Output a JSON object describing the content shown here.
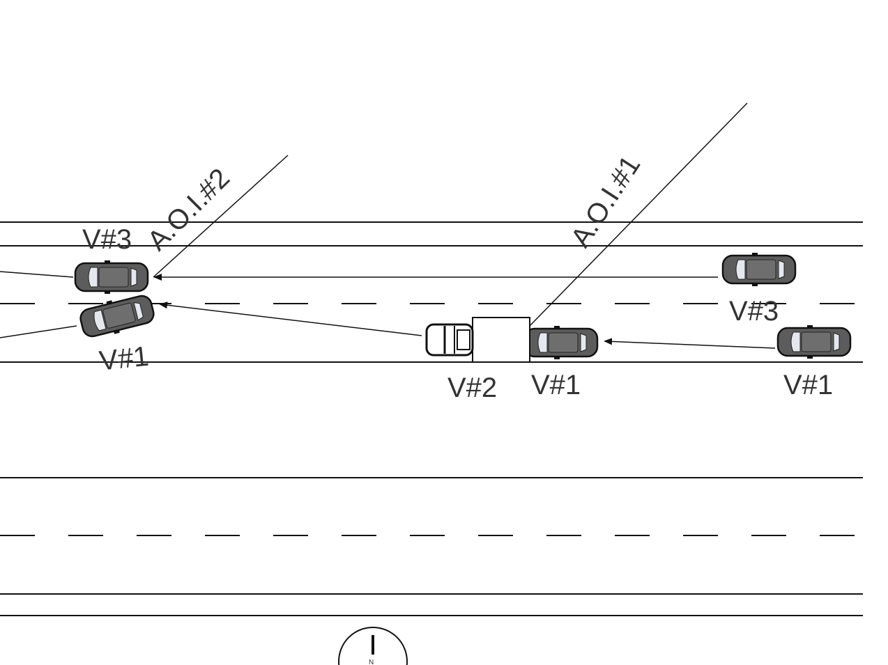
{
  "labels": {
    "aoi_1": "A.O.I.#1",
    "aoi_2": "A.O.I.#2",
    "v3_left": "V#3",
    "v1_left": "V#1",
    "v2_truck": "V#2",
    "v1_center": "V#1",
    "v3_right": "V#3",
    "v1_right": "V#1",
    "north": "N"
  },
  "icons": {
    "car": "car-icon",
    "truck": "truck-icon",
    "north_arrow": "north-arrow-icon",
    "arrowhead": "arrowhead-icon"
  },
  "colors": {
    "line": "#111111",
    "vehicle_body": "#5c5c5c",
    "text": "#333333"
  }
}
